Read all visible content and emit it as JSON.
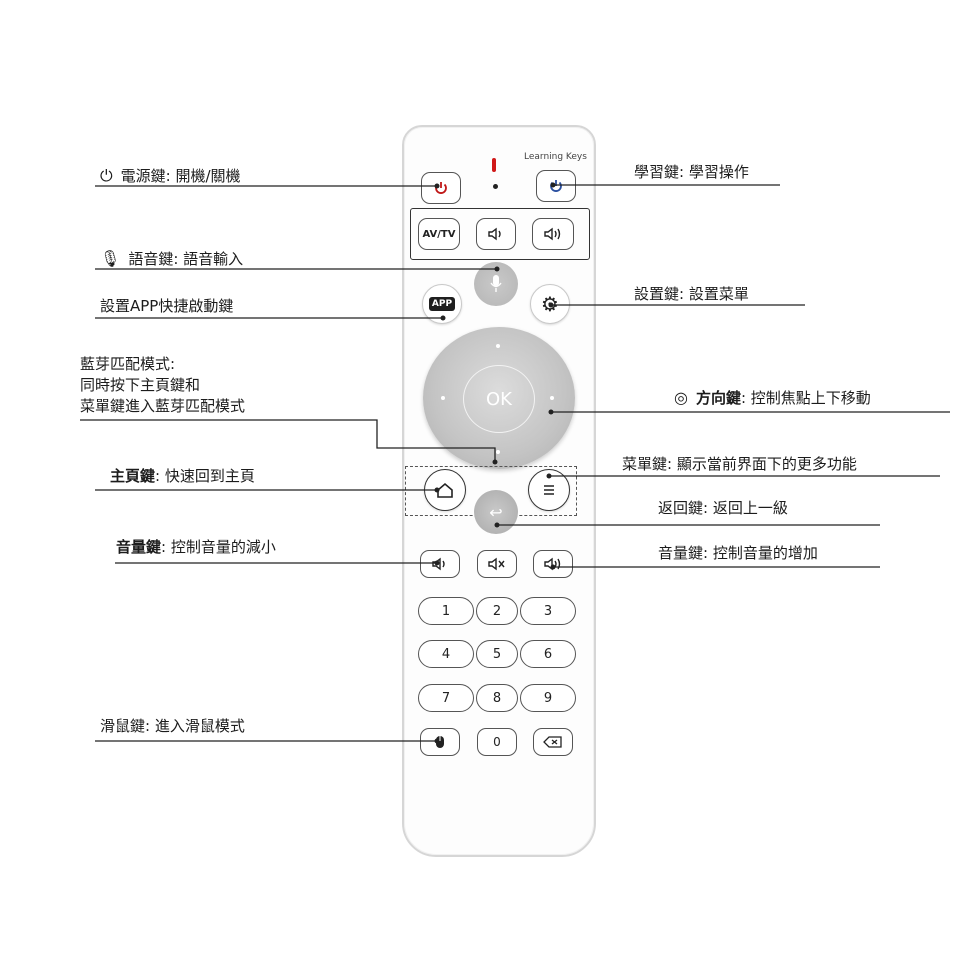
{
  "remote": {
    "learning_keys": "Learning Keys",
    "buttons": {
      "av_tv": "AV/TV",
      "app": "APP",
      "ok": "OK",
      "numpad": [
        "1",
        "2",
        "3",
        "4",
        "5",
        "6",
        "7",
        "8",
        "9",
        "0"
      ]
    }
  },
  "labels": {
    "power": "電源鍵: 開機/關機",
    "voice": "語音鍵: 語音輸入",
    "app_launch": "設置APP快捷啟動鍵",
    "bt_pair_line1": "藍芽匹配模式:",
    "bt_pair_line2": "同時按下主頁鍵和",
    "bt_pair_line3": "菜單鍵進入藍芽匹配模式",
    "home_key": "主頁鍵",
    "home_desc": ": 快速回到主頁",
    "vol_down_key": "音量鍵",
    "vol_down_desc": ": 控制音量的減小",
    "mouse": "滑鼠鍵: 進入滑鼠模式",
    "learn": "學習鍵: 學習操作",
    "settings": "設置鍵: 設置菜單",
    "direction_key": "方向鍵",
    "direction_desc": ": 控制焦點上下移動",
    "menu": "菜單鍵: 顯示當前界面下的更多功能",
    "return": "返回鍵: 返回上一級",
    "vol_up": "音量鍵: 控制音量的增加"
  },
  "icons": [
    "power-icon",
    "microphone-icon",
    "gear-icon",
    "home-icon",
    "menu-icon",
    "back-icon",
    "volume-down-icon",
    "mute-icon",
    "volume-up-icon",
    "mouse-icon",
    "backspace-icon",
    "target-icon"
  ]
}
